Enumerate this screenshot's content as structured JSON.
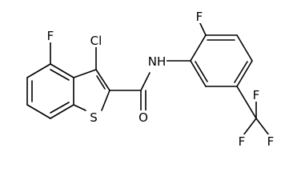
{
  "atom_labels": {
    "f_benzo": "F",
    "cl": "Cl",
    "f_aryl_ortho": "F",
    "nh": "NH",
    "s": "S",
    "o": "O",
    "cf3_f_top": "F",
    "cf3_f_left": "F",
    "cf3_f_right": "F"
  }
}
